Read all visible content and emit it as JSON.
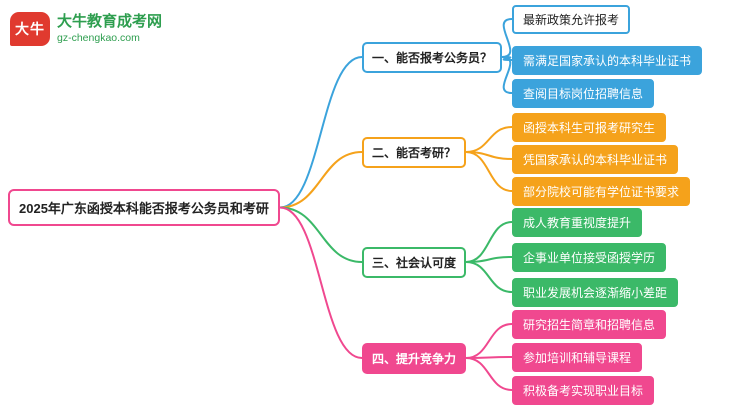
{
  "logo": {
    "mark": "大牛",
    "brand": "大牛教育成考网",
    "domain": "gz-chengkao.com"
  },
  "root": {
    "label": "2025年广东函授本科能否报考公务员和考研"
  },
  "colors": {
    "blue": "#3BA3DC",
    "orange": "#F5A21B",
    "green": "#3BB968",
    "pink": "#F0488F",
    "brand_red": "#E03A2F",
    "brand_green": "#2E9E4F"
  },
  "branches": [
    {
      "label": "一、能否报考公务员？",
      "color_key": "blue",
      "style": "outline",
      "children": [
        {
          "label": "最新政策允许报考",
          "style": "outline"
        },
        {
          "label": "需满足国家承认的本科毕业证书",
          "style": "fill"
        },
        {
          "label": "查阅目标岗位招聘信息",
          "style": "fill"
        }
      ]
    },
    {
      "label": "二、能否考研？",
      "color_key": "orange",
      "style": "outline",
      "children": [
        {
          "label": "函授本科生可报考研究生",
          "style": "fill"
        },
        {
          "label": "凭国家承认的本科毕业证书",
          "style": "fill"
        },
        {
          "label": "部分院校可能有学位证书要求",
          "style": "fill"
        }
      ]
    },
    {
      "label": "三、社会认可度",
      "color_key": "green",
      "style": "outline",
      "children": [
        {
          "label": "成人教育重视度提升",
          "style": "fill"
        },
        {
          "label": "企事业单位接受函授学历",
          "style": "fill"
        },
        {
          "label": "职业发展机会逐渐缩小差距",
          "style": "fill"
        }
      ]
    },
    {
      "label": "四、提升竞争力",
      "color_key": "pink",
      "style": "fill",
      "children": [
        {
          "label": "研究招生简章和招聘信息",
          "style": "fill"
        },
        {
          "label": "参加培训和辅导课程",
          "style": "fill"
        },
        {
          "label": "积极备考实现职业目标",
          "style": "fill"
        }
      ]
    }
  ]
}
